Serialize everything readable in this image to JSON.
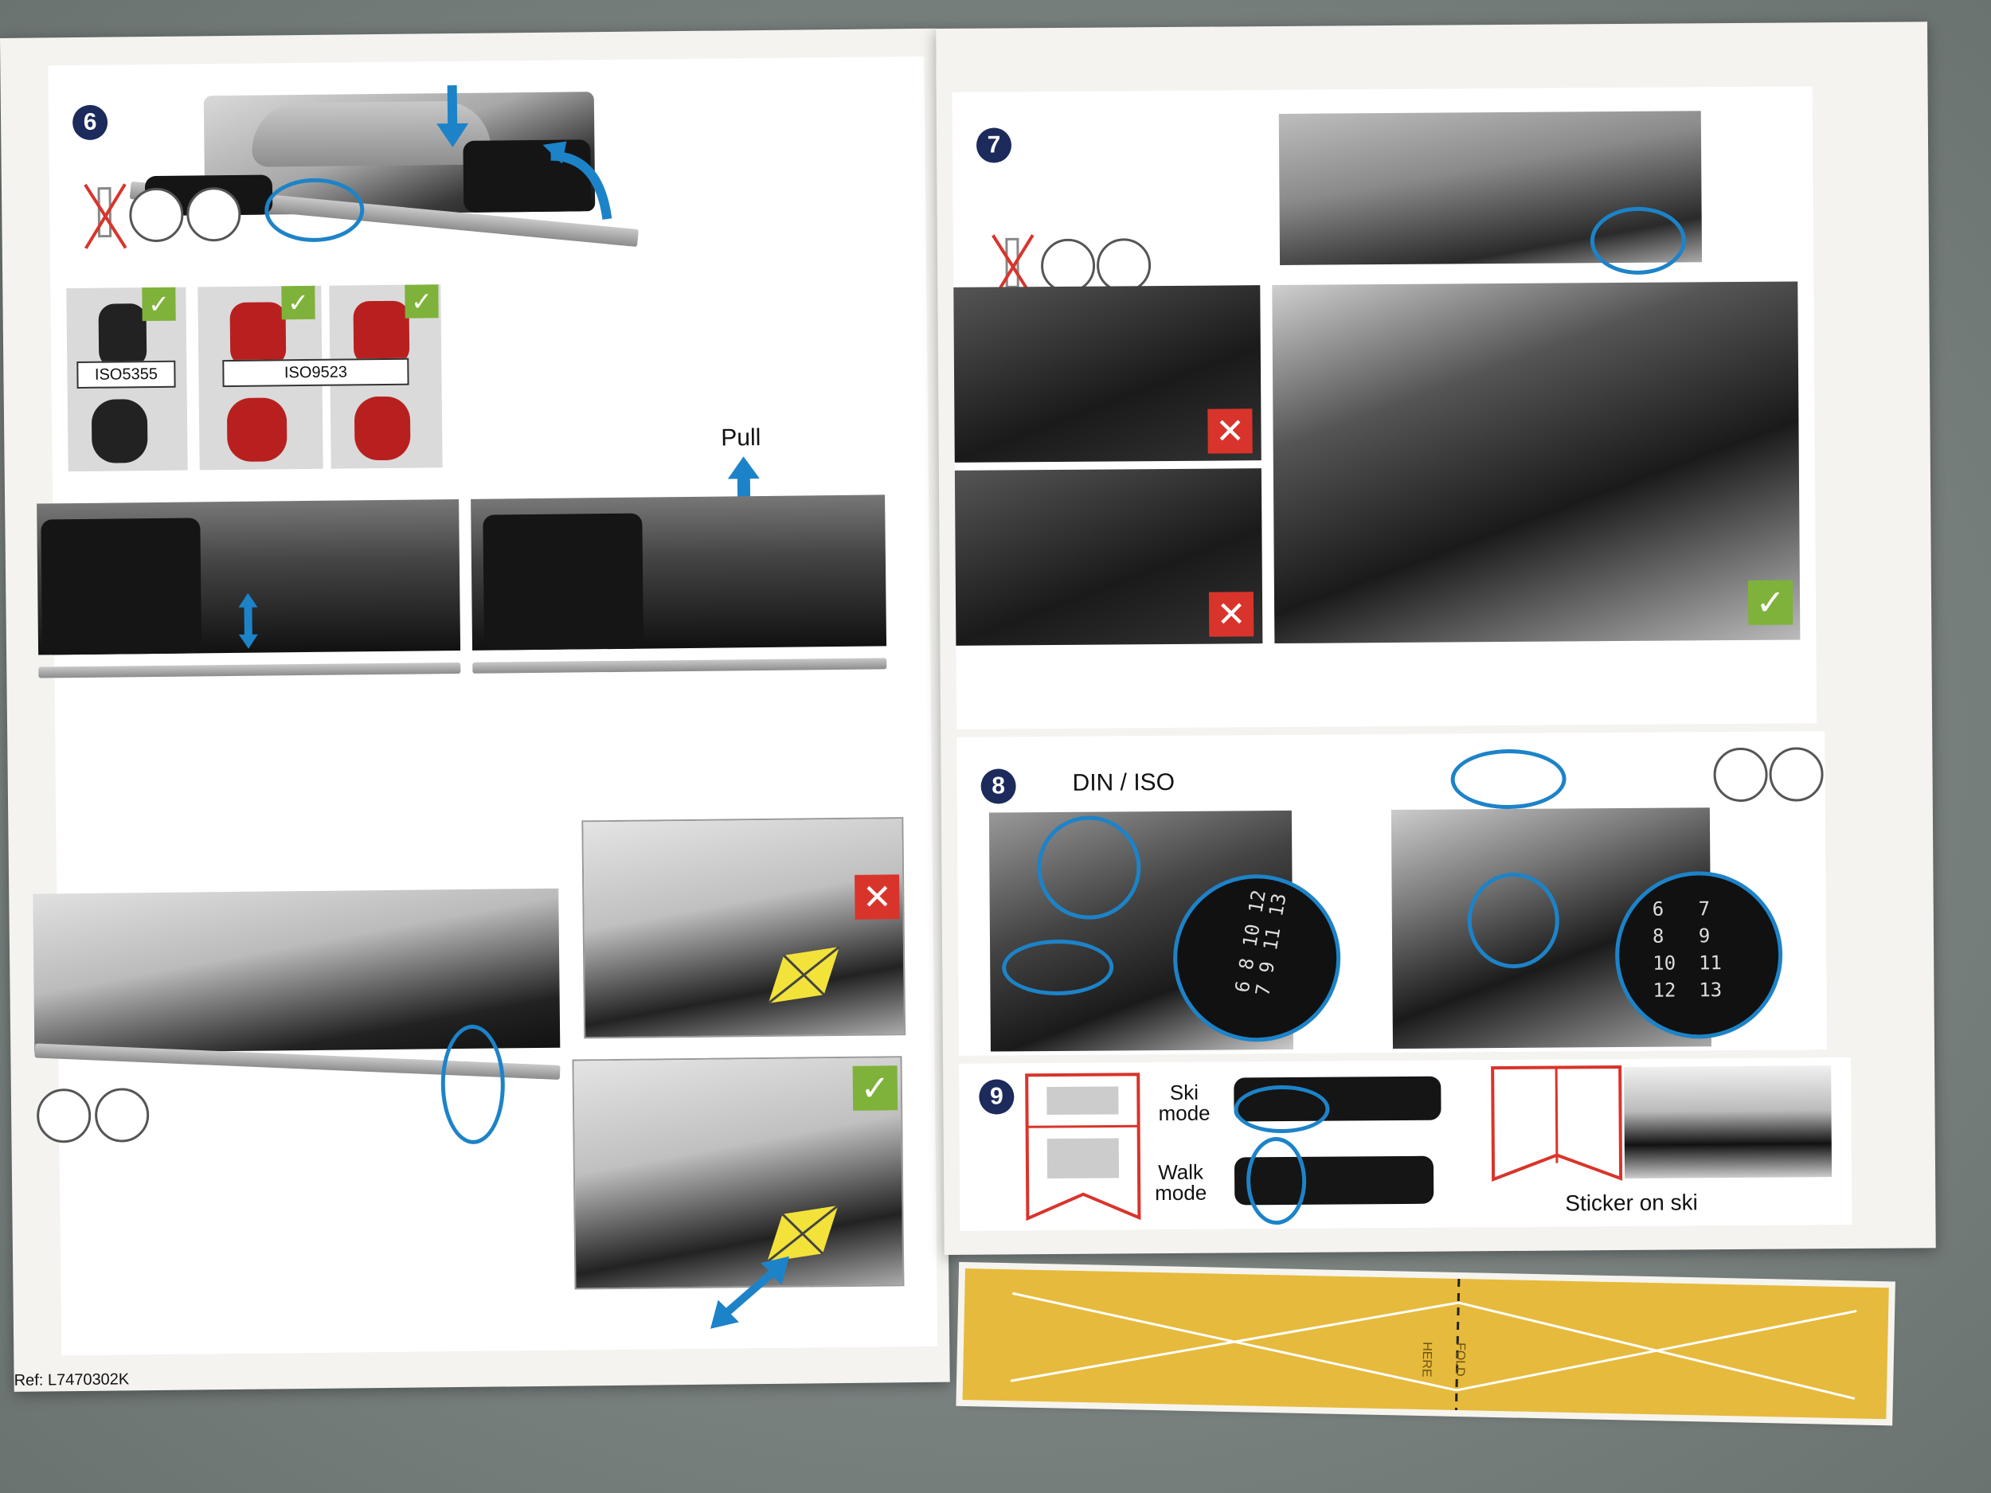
{
  "left_sheet": {
    "step6": {
      "number": "6",
      "iso_left": "ISO5355",
      "iso_right": "ISO9523",
      "pull_label": "Pull"
    },
    "ref": "Ref: L7470302K"
  },
  "right_sheet": {
    "step7": {
      "number": "7"
    },
    "step8": {
      "number": "8",
      "din_iso_label": "DIN / ISO",
      "dial_left": [
        "6",
        "8",
        "10",
        "12",
        "7",
        "9",
        "11",
        "13"
      ],
      "dial_right": [
        "6",
        "7",
        "8",
        "9",
        "10",
        "11",
        "12",
        "13"
      ]
    },
    "step9": {
      "number": "9",
      "ski_mode": "Ski\nmode",
      "walk_mode": "Walk\nmode",
      "sticker": "Sticker on ski"
    }
  },
  "sticker_strip": {
    "fold": "FOLD",
    "here": "HERE"
  },
  "colors": {
    "accent_blue": "#1d83c8",
    "ok_green": "#7fb23a",
    "error_red": "#d9342b",
    "sticker_yellow": "#e6ba3c",
    "step_navy": "#1c2a5c"
  },
  "icons": {
    "ok": "✓",
    "x": "✕"
  }
}
